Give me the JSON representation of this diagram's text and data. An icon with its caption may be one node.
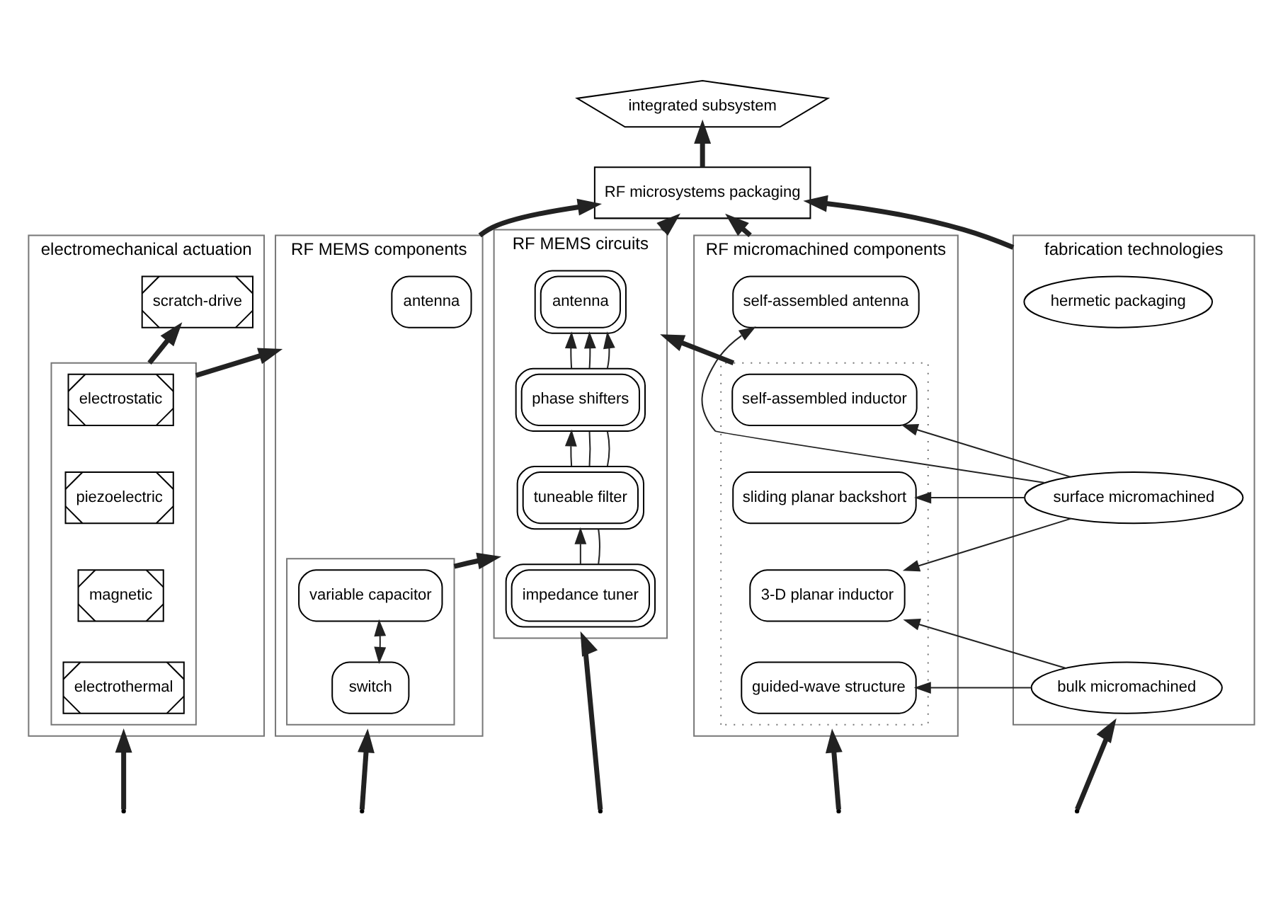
{
  "diagram": {
    "nodes": [
      {
        "text": [
          "integrated subsystem"
        ]
      },
      {
        "text": [
          "RF microsystems packaging"
        ]
      },
      {
        "text": [
          "electromechanical actuation"
        ]
      },
      {
        "text": [
          "scratch-drive"
        ],
        "in": 2
      },
      {
        "text": [],
        "shape": "box",
        "in": 2
      },
      {
        "text": [
          "electrostatic"
        ],
        "in": 4
      },
      {
        "text": [
          "piezoelectric"
        ],
        "in": 4
      },
      {
        "text": [
          "magnetic"
        ],
        "in": 4
      },
      {
        "text": [
          "electrothermal"
        ],
        "in": 4
      },
      {
        "text": [
          "RF MEMS components"
        ]
      },
      {
        "text": [
          "antenna"
        ],
        "in": 9
      },
      {
        "text": [],
        "shape": "box",
        "in": 9
      },
      {
        "text": [
          "variable capacitor"
        ],
        "in": 11
      },
      {
        "text": [
          "switch"
        ],
        "in": 11
      },
      {
        "text": [
          "RF MEMS circuits"
        ]
      },
      {
        "text": [
          "antenna"
        ],
        "in": 14
      },
      {
        "text": [
          "phase shifters"
        ],
        "in": 14
      },
      {
        "text": [
          "tuneable filter"
        ],
        "in": 14
      },
      {
        "text": [
          "impedance tuner"
        ],
        "in": 14
      },
      {
        "text": [
          "RF micromachined components"
        ]
      },
      {
        "text": [
          "self-assembled antenna"
        ],
        "in": 19
      },
      {
        "text": [],
        "shape": "box",
        "in": 19
      },
      {
        "text": [
          "self-assembled inductor"
        ],
        "in": 21
      },
      {
        "text": [
          "sliding planar backshort"
        ],
        "in": 21
      },
      {
        "text": [
          "3-D planar inductor"
        ],
        "in": 21
      },
      {
        "text": [
          "guided-wave structure"
        ],
        "in": 21
      },
      {
        "text": [
          "fabrication technologies"
        ]
      },
      {
        "text": [
          "hermetic packaging"
        ],
        "in": 26
      },
      {
        "text": [
          "surface micromachined"
        ],
        "in": 26
      },
      {
        "text": [
          "bulk micromachined"
        ],
        "in": 26
      }
    ],
    "edges": [
      {
        "from": 1,
        "to": 0,
        "arrow": "to",
        "style": "thick"
      },
      {
        "from": 9,
        "to": 1,
        "arrow": "to",
        "style": "thick"
      },
      {
        "from": 14,
        "to": 1,
        "arrow": "to",
        "style": "thick"
      },
      {
        "from": 19,
        "to": 1,
        "arrow": "to",
        "style": "thick"
      },
      {
        "from": 26,
        "to": 1,
        "arrow": "to",
        "style": "thick"
      },
      {
        "from": 4,
        "to": 3,
        "arrow": "to",
        "style": "thick"
      },
      {
        "from": 4,
        "to": 9,
        "arrow": "to",
        "style": "thick"
      },
      {
        "from": 11,
        "to": 14,
        "arrow": "to",
        "style": "thick"
      },
      {
        "from": 12,
        "to": 13,
        "arrow": "both"
      },
      {
        "from": 16,
        "to": 15,
        "arrow": "to"
      },
      {
        "from": 16,
        "to": 15,
        "arrow": "to"
      },
      {
        "from": 16,
        "to": 15,
        "arrow": "to"
      },
      {
        "from": 17,
        "to": 16,
        "arrow": "to"
      },
      {
        "from": 17,
        "to": 16,
        "arrow": "none"
      },
      {
        "from": 17,
        "to": 16,
        "arrow": "none"
      },
      {
        "from": 18,
        "to": 17,
        "arrow": "to"
      },
      {
        "from": 18,
        "to": 17,
        "arrow": "none"
      },
      {
        "from": 21,
        "to": 14,
        "arrow": "to",
        "style": "thick"
      },
      {
        "from": 28,
        "to": 20,
        "arrow": "to"
      },
      {
        "from": 28,
        "to": 22,
        "arrow": "to"
      },
      {
        "from": 28,
        "to": 23,
        "arrow": "to"
      },
      {
        "from": 28,
        "to": 24,
        "arrow": "to"
      },
      {
        "from": 29,
        "to": 24,
        "arrow": "to"
      },
      {
        "from": 29,
        "to": 25,
        "arrow": "to"
      },
      {
        "from": null,
        "to": 2,
        "arrow": "to",
        "style": "thick"
      },
      {
        "from": null,
        "to": 9,
        "arrow": "to",
        "style": "thick"
      },
      {
        "from": null,
        "to": 14,
        "arrow": "to",
        "style": "thick"
      },
      {
        "from": null,
        "to": 19,
        "arrow": "to",
        "style": "thick"
      },
      {
        "from": null,
        "to": 26,
        "arrow": "to",
        "style": "thick"
      }
    ]
  }
}
